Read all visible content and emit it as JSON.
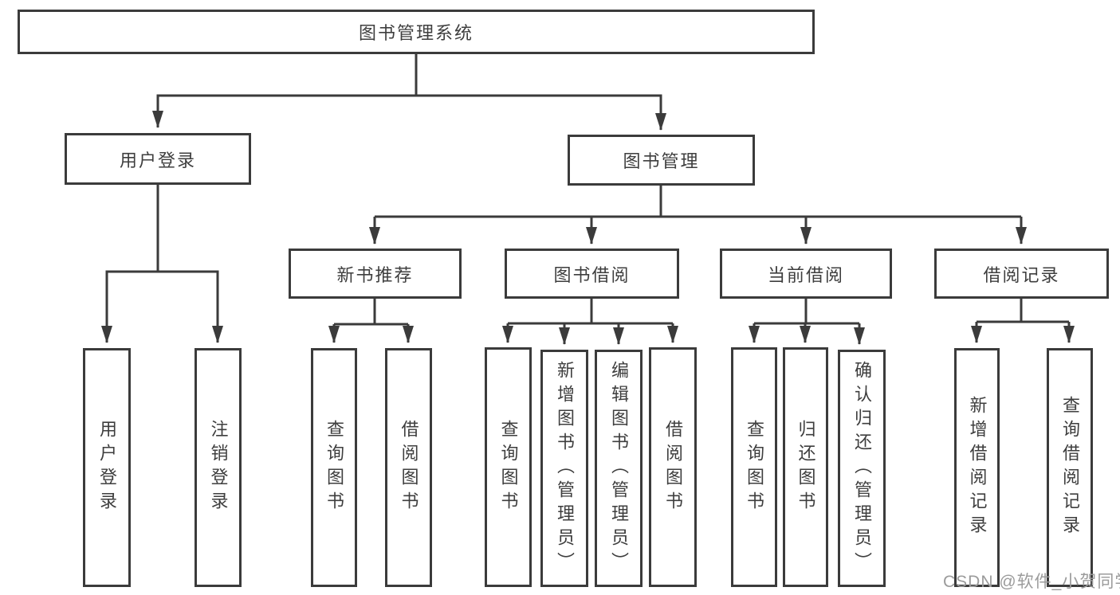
{
  "title": "图书管理系统",
  "watermark": "CSDN @软件_小贺同学",
  "colors": {
    "line": "#3b3b3b",
    "box_border": "#3b3b3b",
    "text": "#3e3e3e",
    "background": "#ffffff",
    "watermark": "#9b9b9b"
  },
  "branches": {
    "user": {
      "label": "用户登录",
      "children": [
        "用户登录",
        "注销登录"
      ]
    },
    "book": {
      "label": "图书管理",
      "children": [
        {
          "label": "新书推荐",
          "children": [
            "查询图书",
            "借阅图书"
          ]
        },
        {
          "label": "图书借阅",
          "children": [
            "查询图书",
            "新增图书（管理员）",
            "编辑图书（管理员）",
            "借阅图书"
          ]
        },
        {
          "label": "当前借阅",
          "children": [
            "查询图书",
            "归还图书",
            "确认归还（管理员）"
          ]
        },
        {
          "label": "借阅记录",
          "children": [
            "新增借阅记录",
            "查询借阅记录"
          ]
        }
      ]
    }
  }
}
